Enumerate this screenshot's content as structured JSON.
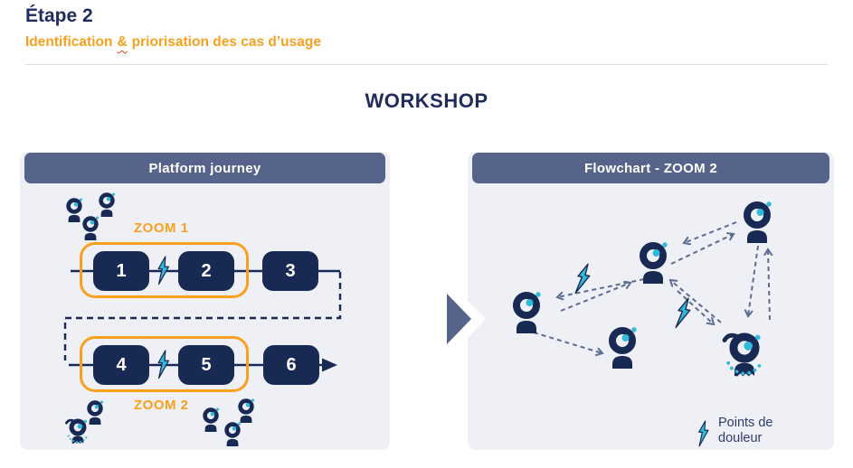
{
  "colors": {
    "navy": "#182a54",
    "title-navy": "#1f2c5c",
    "orange": "#f9a11e",
    "slate": "#56648b",
    "panel-bg": "#eef0f6",
    "cyan": "#30b9d8",
    "arrow": "#5c6b90",
    "divider": "#dcdcdc",
    "squiggle": "#e03c31"
  },
  "header": {
    "title": "Étape 2",
    "subtitle_part1": "Identification",
    "subtitle_amp": "&",
    "subtitle_part2": "priorisation des cas d’usage"
  },
  "workshop_title": "WORKSHOP",
  "left_panel": {
    "title": "Platform journey",
    "zoom1_label": "ZOOM 1",
    "zoom2_label": "ZOOM 2",
    "steps": [
      "1",
      "2",
      "3",
      "4",
      "5",
      "6"
    ]
  },
  "right_panel": {
    "title": "Flowchart - ZOOM 2",
    "legend_line1": "Points de",
    "legend_line2": "douleur"
  }
}
